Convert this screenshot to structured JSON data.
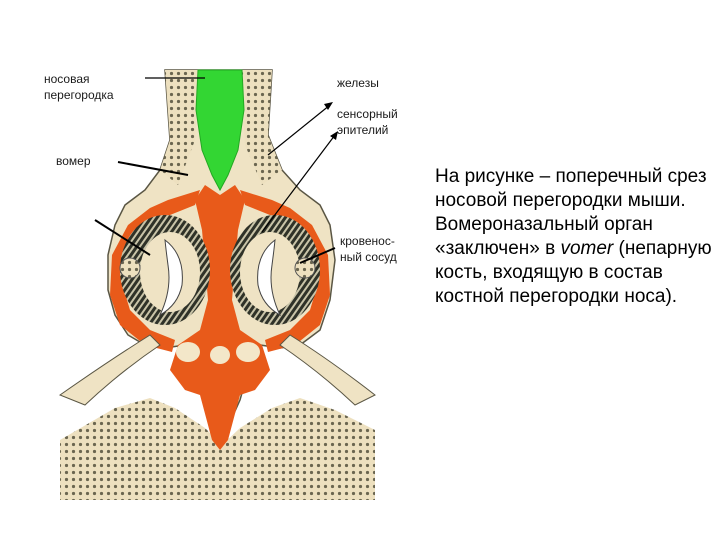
{
  "diagram": {
    "labels": {
      "nasal_septum": [
        "носовая",
        "перегородка"
      ],
      "vomer": "вомер",
      "glands": "железы",
      "sensory_epithelium": [
        "сенсорный",
        "эпителий"
      ],
      "blood_vessel": [
        "кровенос-",
        "ный сосуд"
      ]
    },
    "colors": {
      "septum_cartilage": "#33d633",
      "bone_vomer": "#e85a1a",
      "tissue": "#efe3c4",
      "tissue_dark": "#3b3b2c",
      "line": "#000000"
    }
  },
  "caption": {
    "pre": "На рисунке – поперечный срез носовой перегородки мыши. Вомероназальный орган «заключен» в ",
    "italic": "vomer",
    "post": " (непарную кость, входящую в состав костной перегородки носа)."
  }
}
